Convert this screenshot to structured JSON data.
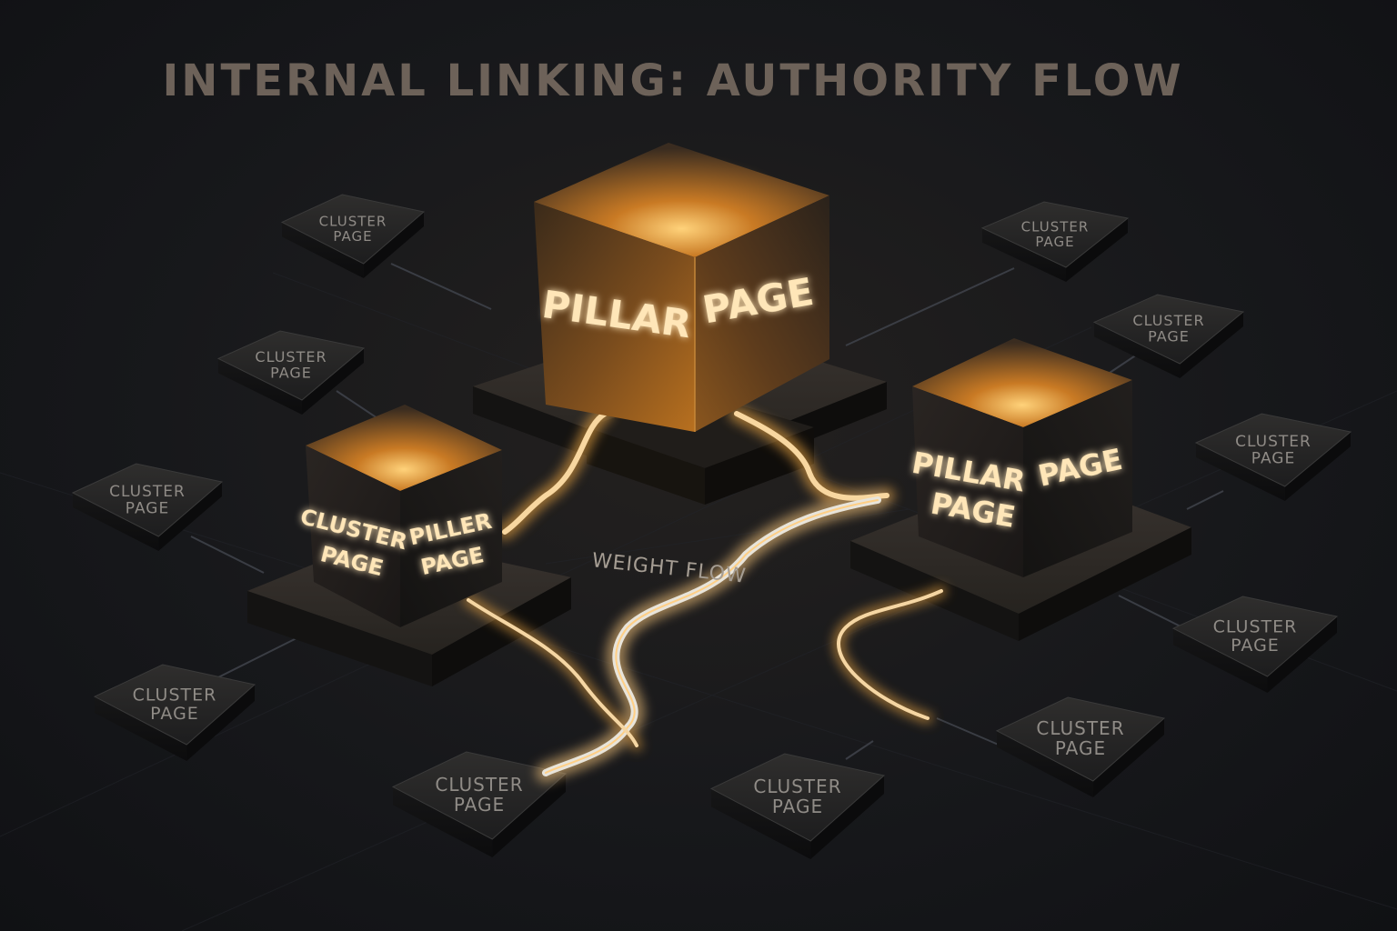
{
  "title": "INTERNAL LINKING: AUTHORITY FLOW",
  "flow_label": "WEIGHT FLOW",
  "colors": {
    "background": "#141518",
    "glow": "#ffb347",
    "title": "#6d6259",
    "tile_text": "#8f8b86",
    "cube_text": "#ffe6b8"
  },
  "cubes": {
    "main": {
      "left": "PILLAR",
      "right": "PAGE"
    },
    "right": {
      "left_line1": "PILLAR",
      "left_line2": "PAGE",
      "right": "PAGE"
    },
    "left": {
      "left_line1": "CLUSTER",
      "left_line2": "PAGE",
      "right_line1": "PILLER",
      "right_line2": "PAGE"
    }
  },
  "tiles": [
    {
      "line1": "CLUSTER",
      "line2": "PAGE"
    },
    {
      "line1": "CLUSTER",
      "line2": "PAGE"
    },
    {
      "line1": "CLUSTER",
      "line2": "PAGE"
    },
    {
      "line1": "CLUSTER",
      "line2": "PAGE"
    },
    {
      "line1": "CLUSTER",
      "line2": "PAGE"
    },
    {
      "line1": "CLUSTER",
      "line2": "PAGE"
    },
    {
      "line1": "CLUSTER",
      "line2": "PAGE"
    },
    {
      "line1": "CLUSTER",
      "line2": "PAGE"
    },
    {
      "line1": "CLUSTER",
      "line2": "PAGE"
    },
    {
      "line1": "CLUSTER",
      "line2": "PAGE"
    },
    {
      "line1": "CLUSTER",
      "line2": "PAGE"
    }
  ]
}
